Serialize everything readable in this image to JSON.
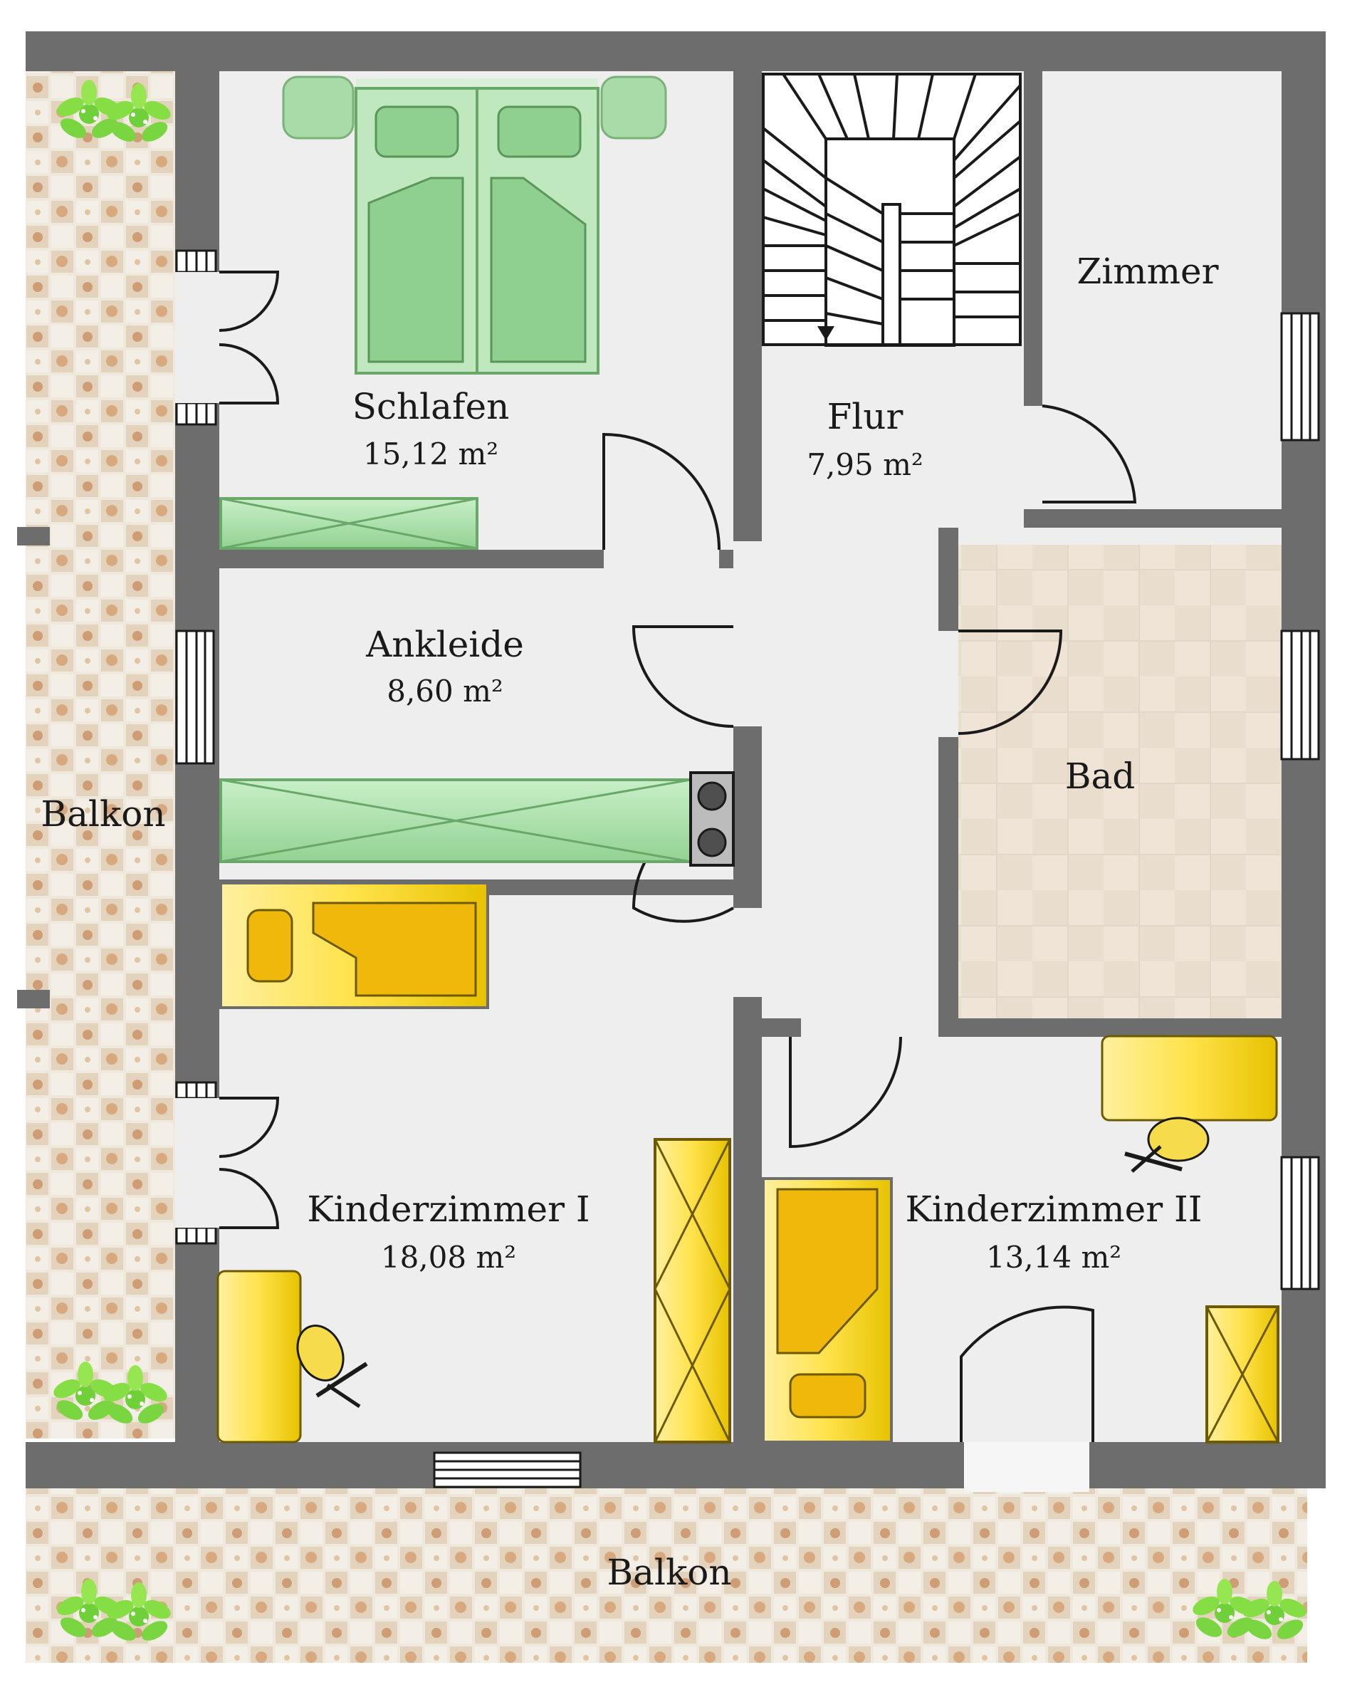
{
  "rooms": {
    "schlafen": {
      "name": "Schlafen",
      "area": "15,12 m²"
    },
    "flur": {
      "name": "Flur",
      "area": "7,95 m²"
    },
    "zimmer": {
      "name": "Zimmer"
    },
    "ankleide": {
      "name": "Ankleide",
      "area": "8,60 m²"
    },
    "bad": {
      "name": "Bad"
    },
    "kinder1": {
      "name": "Kinderzimmer I",
      "area": "18,08 m²"
    },
    "kinder2": {
      "name": "Kinderzimmer II",
      "area": "13,14 m²"
    },
    "balkon_left": {
      "name": "Balkon"
    },
    "balkon_bottom": {
      "name": "Balkon"
    }
  },
  "colors": {
    "wall": "#6d6d6d",
    "floor": "#eeeeee",
    "tile": "#eee3d4",
    "green_furniture": "#a8dca8",
    "yellow_furniture": "#f3d21b"
  }
}
